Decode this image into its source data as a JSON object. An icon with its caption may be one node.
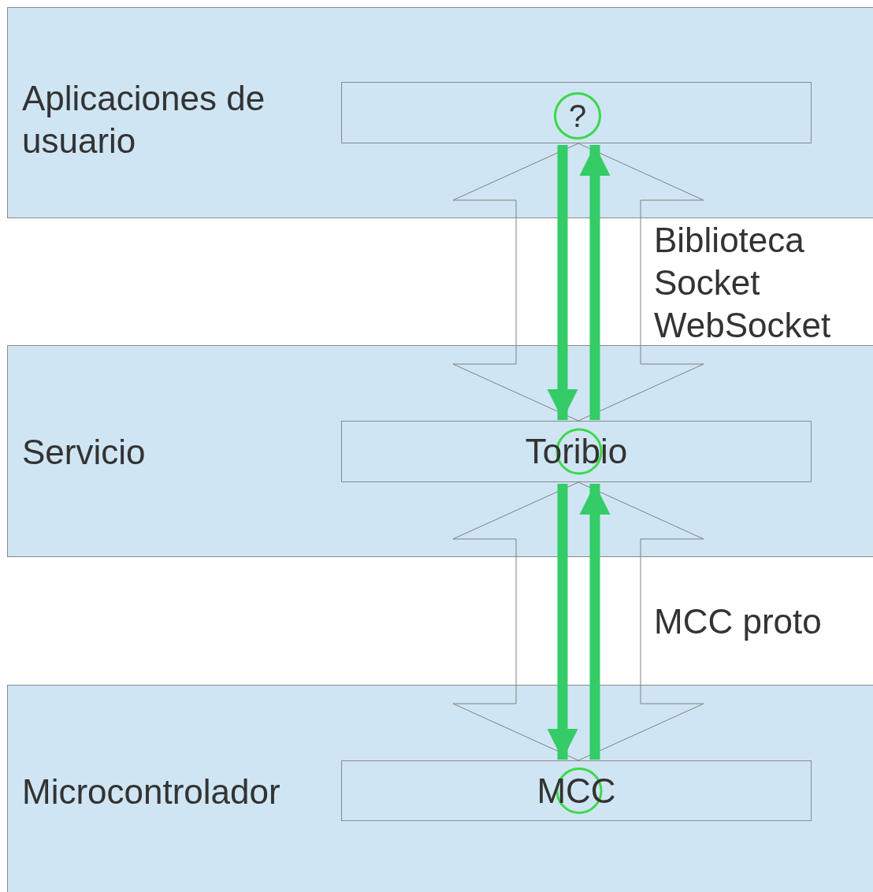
{
  "diagram": {
    "nodes": [
      {
        "text": [
          "Aplicaciones de usuario"
        ]
      },
      {
        "text": [],
        "shape": "box",
        "in": 0
      },
      {
        "text": [
          "?"
        ],
        "in": 1
      },
      {
        "text": [
          "Servicio"
        ]
      },
      {
        "text": [
          "Toribio"
        ],
        "in": 3
      },
      {
        "text": [
          "Microcontrolador"
        ]
      },
      {
        "text": [
          "MCC"
        ],
        "in": 5
      }
    ],
    "edges": [
      {
        "from": 1,
        "to": 4,
        "arrow": "both",
        "style": "thick",
        "color": "#808080"
      },
      {
        "from": 1,
        "to": 4,
        "arrow": "to"
      },
      {
        "from": 4,
        "to": 1,
        "arrow": "to"
      },
      {
        "from": 4,
        "to": 6,
        "arrow": "both",
        "style": "thick",
        "color": "#808080"
      },
      {
        "from": 4,
        "to": 6,
        "arrow": "to"
      },
      {
        "from": 6,
        "to": 4,
        "arrow": "to"
      }
    ],
    "labels": [
      "Biblioteca Socket WebSocket",
      "MCC proto"
    ]
  }
}
